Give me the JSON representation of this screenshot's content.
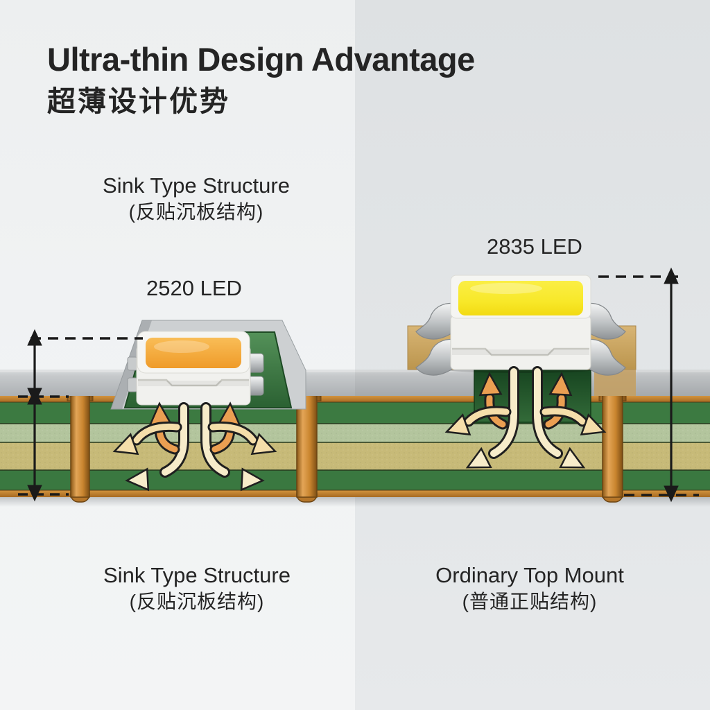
{
  "title": {
    "line1": "Ultra-thin Design Advantage",
    "line2": "超薄设计优势"
  },
  "labels": {
    "left_top": {
      "en": "Sink Type Structure",
      "zh": "(反贴沉板结构)"
    },
    "left_led": "2520 LED",
    "right_led": "2835 LED",
    "left_bottom": {
      "en": "Sink Type Structure",
      "zh": "(反贴沉板结构)"
    },
    "right_bottom": {
      "en": "Ordinary Top Mount",
      "zh": "(普通正贴结构)"
    }
  },
  "colors": {
    "background_left": "#eff1f2",
    "background_right": "#dee1e3",
    "text": "#242424",
    "pcb_dark_green": "#3c7a41",
    "pcb_pale_green": "#b3c59d",
    "pcb_tan": "#c7ba78",
    "copper": "#c9892f",
    "copper_dark": "#8a5a1e",
    "slab_gray": "#c2c5c7",
    "led_orange": "#f4a93b",
    "led_yellow": "#f8e829",
    "led_body_white": "#f1f1ee",
    "silver": "#c6c9ca",
    "pad_tan": "#c9a360",
    "heat_arrow_cream": "#f7ecca",
    "heat_arrow_orange": "#eb9f52",
    "measure_black": "#1a1a1a"
  }
}
